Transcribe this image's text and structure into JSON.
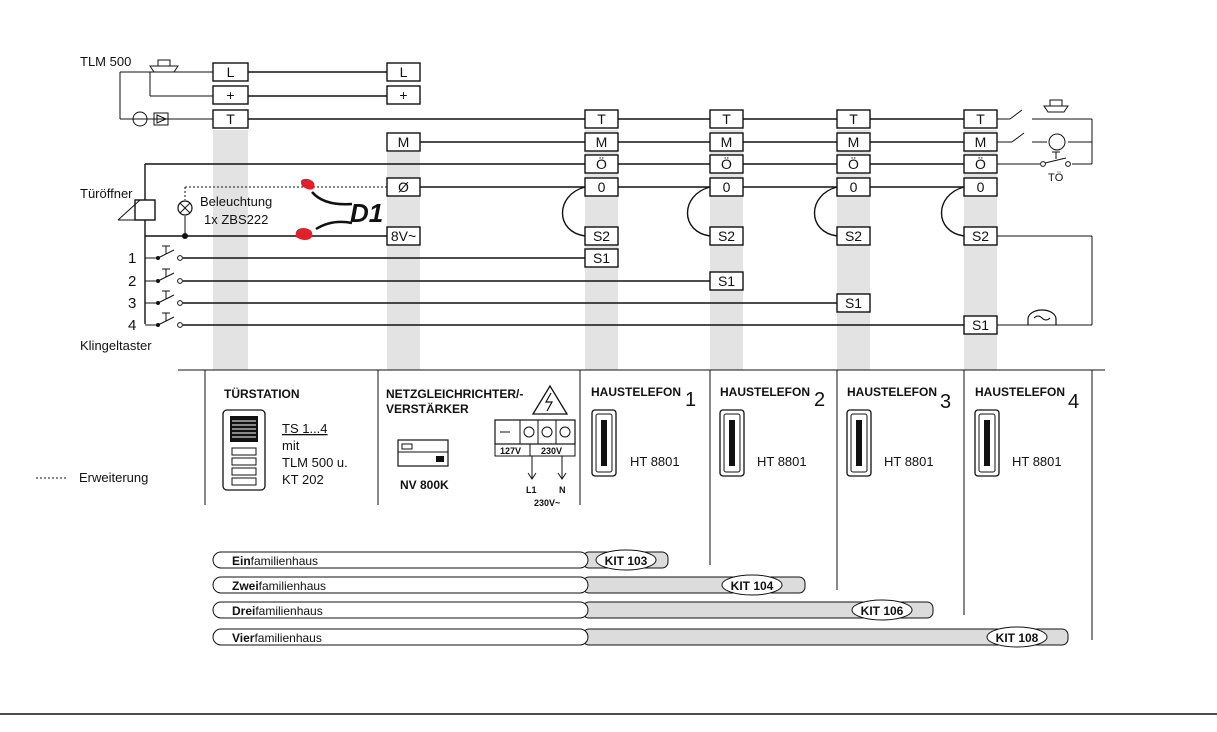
{
  "labels": {
    "tlm500": "TLM 500",
    "tueroeffner": "Türöffner",
    "beleuchtung": "Beleuchtung",
    "zbs": "1x ZBS222",
    "klingeltaster": "Klingeltaster",
    "erweiterung": "Erweiterung",
    "toe": "TÖ",
    "annotation": "D1"
  },
  "buttons": [
    "1",
    "2",
    "3",
    "4"
  ],
  "tuerstation": {
    "title": "TÜRSTATION",
    "line1": "TS 1...4",
    "line2": "mit",
    "line3": "TLM 500 u.",
    "line4": "KT 202",
    "terminals": [
      "L",
      "+",
      "T"
    ]
  },
  "netz": {
    "title1": "NETZGLEICHRICHTER/-",
    "title2": "VERSTÄRKER",
    "model": "NV 800K",
    "v127": "127V",
    "v230": "230V",
    "l1": "L1",
    "n": "N",
    "mains": "230V~",
    "terminals": [
      "L",
      "+",
      "M",
      "Ø",
      "8V~"
    ]
  },
  "haustelefone": [
    {
      "title": "HAUSTELEFON",
      "num": "1",
      "model": "HT 8801",
      "s": [
        "T",
        "M",
        "Ö",
        "0",
        "S2",
        "S1"
      ]
    },
    {
      "title": "HAUSTELEFON",
      "num": "2",
      "model": "HT 8801",
      "s": [
        "T",
        "M",
        "Ö",
        "0",
        "S2",
        "S1"
      ]
    },
    {
      "title": "HAUSTELEFON",
      "num": "3",
      "model": "HT 8801",
      "s": [
        "T",
        "M",
        "Ö",
        "0",
        "S2",
        "S1"
      ]
    },
    {
      "title": "HAUSTELEFON",
      "num": "4",
      "model": "HT 8801",
      "s": [
        "T",
        "M",
        "Ö",
        "0",
        "S2",
        "S1"
      ]
    }
  ],
  "kits": [
    {
      "bold": "Ein",
      "rest": "familienhaus",
      "kit": "KIT 103"
    },
    {
      "bold": "Zwei",
      "rest": "familienhaus",
      "kit": "KIT 104"
    },
    {
      "bold": "Drei",
      "rest": "familienhaus",
      "kit": "KIT 106"
    },
    {
      "bold": "Vier",
      "rest": "familienhaus",
      "kit": "KIT 108"
    }
  ],
  "colors": {
    "line": "#111111",
    "shade": "#e3e3e3",
    "marker": "#e0202a"
  }
}
